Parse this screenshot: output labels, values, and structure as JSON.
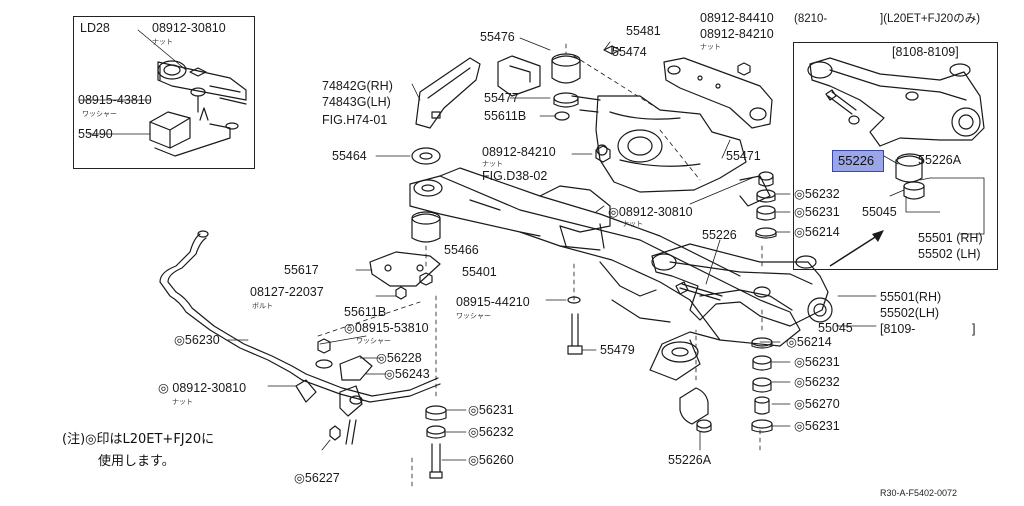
{
  "inset_ld28": {
    "title": "LD28",
    "labels": [
      "08912-30810",
      "08915-43810",
      "55490"
    ],
    "sub_nut": "ナット",
    "sub_washer": "ワッシャー"
  },
  "inset_8108": {
    "title": "[8108-8109]",
    "highlight": "55226",
    "labels": [
      "55226A",
      "55045",
      "55501 (RH)",
      "55502 (LH)"
    ]
  },
  "top_note": {
    "part": "08912-84410",
    "range": "(8210-",
    "tail": "](L20ET+FJ20のみ)"
  },
  "labels": {
    "p55476": "55476",
    "p55481": "55481",
    "p08912_84210a": "08912-84210",
    "p55474": "55474",
    "p74842": "74842G(RH)",
    "p74843": "74843G(LH)",
    "pfigh74": "FIG.H74-01",
    "p55477": "55477",
    "p55611b_a": "55611B",
    "p55464": "55464",
    "p08912_84210b": "08912-84210",
    "pfigd38": "FIG.D38-02",
    "p55471": "55471",
    "p56232_a": "56232",
    "p56231_a": "56231",
    "p56214_a": "56214",
    "p08912_30810a": "08912-30810",
    "p55226": "55226",
    "p55466": "55466",
    "p55401": "55401",
    "p55617": "55617",
    "p08127": "08127-22037",
    "p55611b_b": "55611B",
    "p08915_44210": "08915-44210",
    "p55501": "55501(RH)",
    "p55502": "55502(LH)",
    "p8109": "[8109-",
    "p8109end": "]",
    "p55045": "55045",
    "p56230": "56230",
    "p08915_53810": "08915-53810",
    "p56228": "56228",
    "p56243": "56243",
    "p55479": "55479",
    "p56214_b": "56214",
    "p56231_b": "56231",
    "p56232_b": "56232",
    "p56270": "56270",
    "p56231_c": "56231",
    "p08912_30810b": "08912-30810",
    "p56231_d": "56231",
    "p56232_c": "56232",
    "p56260": "56260",
    "p55226a": "55226A",
    "p56227": "56227"
  },
  "subs": {
    "nut": "ナット",
    "washer": "ワッシャー",
    "bolt": "ボルト"
  },
  "note": {
    "line1": "(注)◎印はL20ET+FJ20に",
    "line2": "使用します。"
  },
  "reference": "R30-A-F5402-0072",
  "colors": {
    "highlight_fill": "#9aa6e8",
    "highlight_border": "#3a46a8",
    "ink": "#1a1a1a"
  }
}
